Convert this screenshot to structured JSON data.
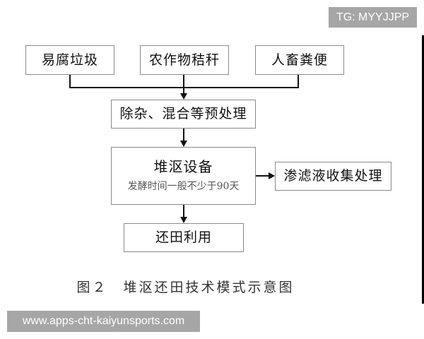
{
  "watermarks": {
    "top_right": "TG: MYYJJPP",
    "bottom_left": "www.apps-cht-kaiyunsports.com"
  },
  "diagram": {
    "inputs": [
      {
        "label": "易腐垃圾"
      },
      {
        "label": "农作物秸秆"
      },
      {
        "label": "人畜粪便"
      }
    ],
    "preprocess": {
      "label": "除杂、混合等预处理"
    },
    "composting": {
      "label": "堆沤设备",
      "note": "发酵时间一般不少于90天"
    },
    "leachate": {
      "label": "渗滤液收集处理"
    },
    "output": {
      "label": "还田利用"
    },
    "caption": "图２　堆沤还田技术模式示意图",
    "edges": [
      {
        "from": "易腐垃圾",
        "to": "除杂、混合等预处理"
      },
      {
        "from": "农作物秸秆",
        "to": "除杂、混合等预处理"
      },
      {
        "from": "人畜粪便",
        "to": "除杂、混合等预处理"
      },
      {
        "from": "除杂、混合等预处理",
        "to": "堆沤设备"
      },
      {
        "from": "堆沤设备",
        "to": "渗滤液收集处理"
      },
      {
        "from": "堆沤设备",
        "to": "还田利用"
      }
    ]
  },
  "colors": {
    "box_border": "#8a8a8a",
    "line": "#111111",
    "badge_bg": "#a6a6a6",
    "badge_text": "#ffffff"
  }
}
